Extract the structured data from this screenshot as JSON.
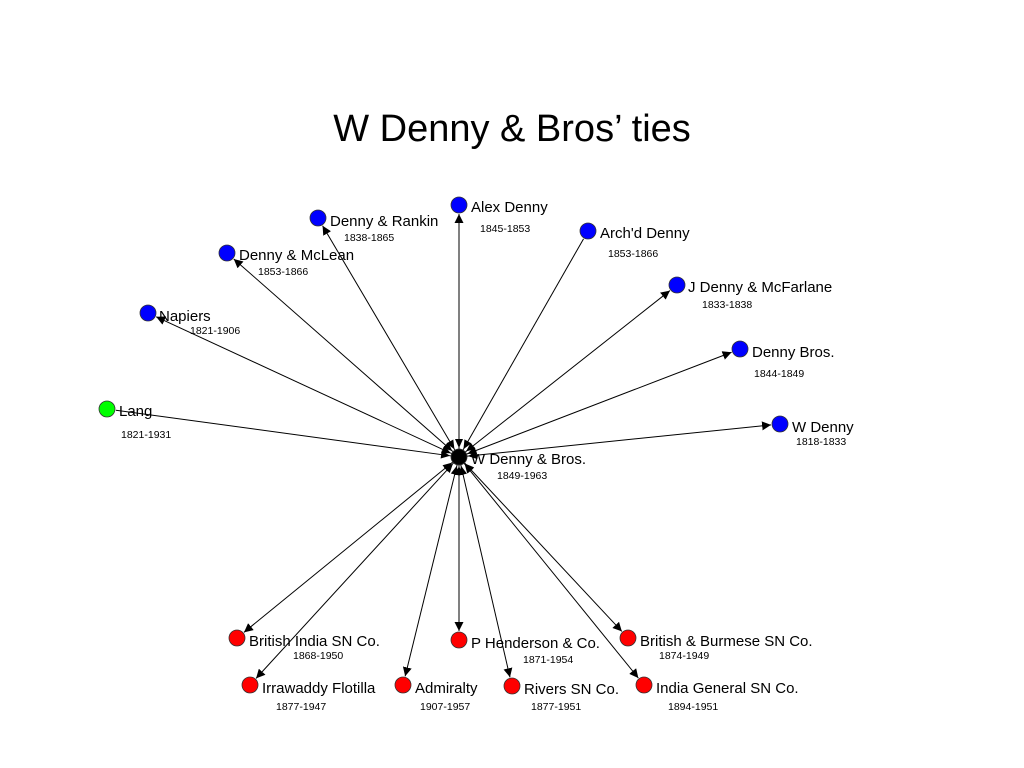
{
  "title": "W Denny & Bros’ ties",
  "colors": {
    "partner": "#0000ff",
    "client": "#ff0000",
    "supplier": "#00ff00",
    "center": "#000000",
    "edge": "#000000",
    "outline": "#333333"
  },
  "center": {
    "id": "wdenny_bros",
    "label": "W Denny & Bros.",
    "years": "1849-1963"
  },
  "nodes": [
    {
      "id": "alex_denny",
      "label": "Alex Denny",
      "years": "1845-1853",
      "group": "partner",
      "direction": "out"
    },
    {
      "id": "denny_rankin",
      "label": "Denny & Rankin",
      "years": "1838-1865",
      "group": "partner",
      "direction": "out"
    },
    {
      "id": "denny_mclean",
      "label": "Denny & McLean",
      "years": "1853-1866",
      "group": "partner",
      "direction": "out"
    },
    {
      "id": "archd_denny",
      "label": "Arch'd Denny",
      "years": "1853-1866",
      "group": "partner",
      "direction": "none"
    },
    {
      "id": "j_denny_mcfarlane",
      "label": "J Denny & McFarlane",
      "years": "1833-1838",
      "group": "partner",
      "direction": "out"
    },
    {
      "id": "denny_bros",
      "label": "Denny Bros.",
      "years": "1844-1849",
      "group": "partner",
      "direction": "out"
    },
    {
      "id": "napiers",
      "label": "Napiers",
      "years": "1821-1906",
      "group": "partner",
      "direction": "out"
    },
    {
      "id": "lang",
      "label": "Lang",
      "years": "1821-1931",
      "group": "supplier",
      "direction": "none"
    },
    {
      "id": "w_denny",
      "label": "W Denny",
      "years": "1818-1833",
      "group": "partner",
      "direction": "out"
    },
    {
      "id": "british_india",
      "label": "British India SN Co.",
      "years": "1868-1950",
      "group": "client",
      "direction": "out"
    },
    {
      "id": "irrawaddy",
      "label": "Irrawaddy Flotilla",
      "years": "1877-1947",
      "group": "client",
      "direction": "out"
    },
    {
      "id": "admiralty",
      "label": "Admiralty",
      "years": "1907-1957",
      "group": "client",
      "direction": "out"
    },
    {
      "id": "p_henderson",
      "label": "P Henderson & Co.",
      "years": "1871-1954",
      "group": "client",
      "direction": "out"
    },
    {
      "id": "rivers",
      "label": "Rivers SN Co.",
      "years": "1877-1951",
      "group": "client",
      "direction": "out"
    },
    {
      "id": "british_burmese",
      "label": "British & Burmese SN Co.",
      "years": "1874-1949",
      "group": "client",
      "direction": "out"
    },
    {
      "id": "india_general",
      "label": "India General SN Co.",
      "years": "1894-1951",
      "group": "client",
      "direction": "out"
    }
  ]
}
